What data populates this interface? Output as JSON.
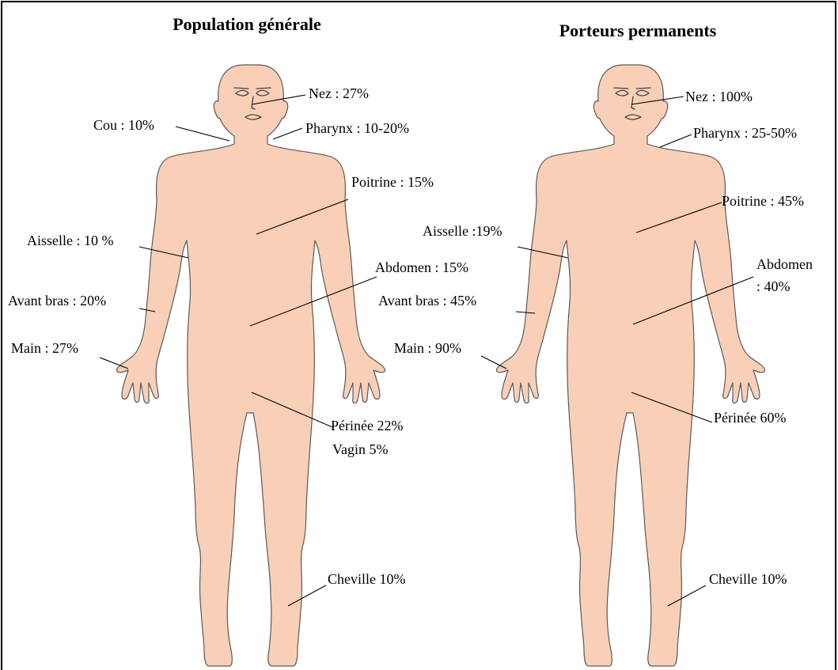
{
  "figures": [
    {
      "title": "Population générale",
      "labels": {
        "nez": "Nez : 27%",
        "cou": "Cou : 10%",
        "pharynx": "Pharynx : 10-20%",
        "poitrine": "Poitrine : 15%",
        "aisselle": "Aisselle : 10 %",
        "abdomen": "Abdomen : 15%",
        "avant_bras": "Avant bras : 20%",
        "main": "Main : 27%",
        "perinee": "Périnée 22%",
        "vagin": "Vagin 5%",
        "cheville": "Cheville 10%"
      }
    },
    {
      "title": "Porteurs permanents",
      "labels": {
        "nez": "Nez : 100%",
        "pharynx": "Pharynx : 25-50%",
        "poitrine": "Poitrine : 45%",
        "aisselle": "Aisselle :19%",
        "abdomen_line1": "Abdomen",
        "abdomen_line2": ": 40%",
        "avant_bras": "Avant bras : 45%",
        "main": "Main : 90%",
        "perinee": "Périnée 60%",
        "cheville": "Cheville 10%"
      }
    }
  ]
}
